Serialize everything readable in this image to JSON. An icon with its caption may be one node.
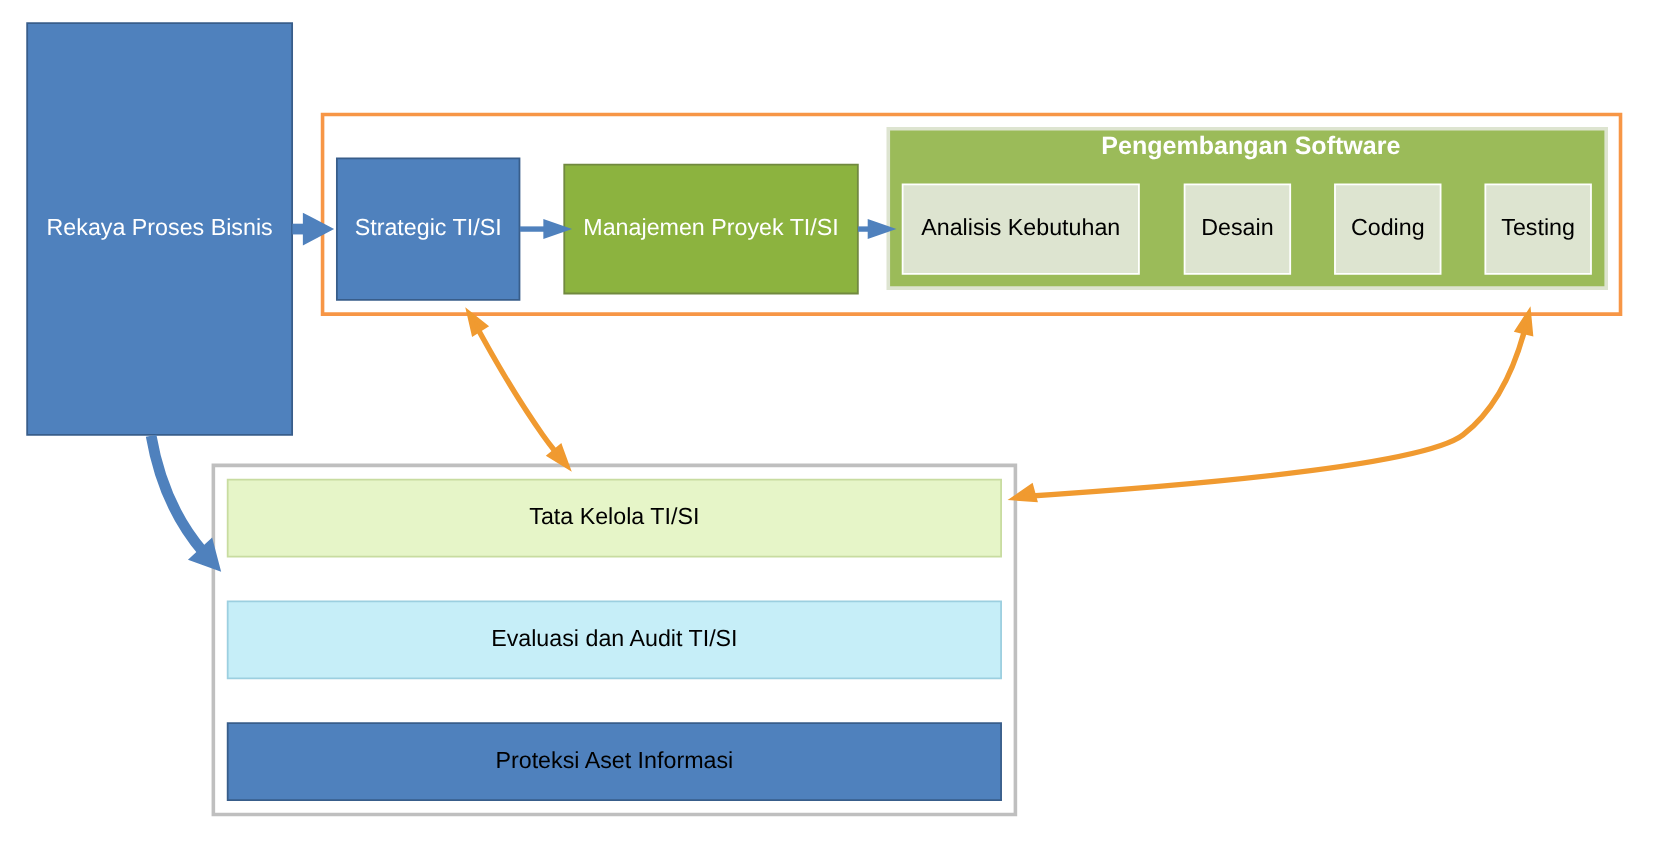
{
  "diagram": {
    "nodes": [
      {
        "text": [
          "Rekaya Proses Bisnis"
        ]
      },
      {
        "text": [],
        "shape": "box"
      },
      {
        "text": [
          "Strategic TI/SI"
        ],
        "in": 1
      },
      {
        "text": [
          "Manajemen Proyek TI/SI"
        ],
        "in": 1
      },
      {
        "text": [
          "Pengembangan Software"
        ],
        "in": 1
      },
      {
        "text": [
          "Analisis Kebutuhan"
        ],
        "in": 4
      },
      {
        "text": [
          "Desain"
        ],
        "in": 4
      },
      {
        "text": [
          "Coding"
        ],
        "in": 4
      },
      {
        "text": [
          "Testing"
        ],
        "in": 4
      },
      {
        "text": [],
        "shape": "box"
      },
      {
        "text": [
          "Tata Kelola TI/SI"
        ],
        "in": 9
      },
      {
        "text": [
          "Evaluasi dan Audit TI/SI"
        ],
        "in": 9
      },
      {
        "text": [
          "Proteksi Aset Informasi"
        ],
        "in": 9
      }
    ],
    "edges": [
      {
        "from": 0,
        "to": 1,
        "arrow": "to",
        "style": "thick"
      },
      {
        "from": 2,
        "to": 3,
        "arrow": "to"
      },
      {
        "from": 3,
        "to": 4,
        "arrow": "to"
      },
      {
        "from": 1,
        "to": 9,
        "arrow": "both",
        "color": "#f09a30"
      },
      {
        "from": 1,
        "to": 9,
        "arrow": "both",
        "color": "#f09a30"
      },
      {
        "from": 0,
        "to": 9,
        "arrow": "to",
        "style": "thick"
      }
    ]
  }
}
